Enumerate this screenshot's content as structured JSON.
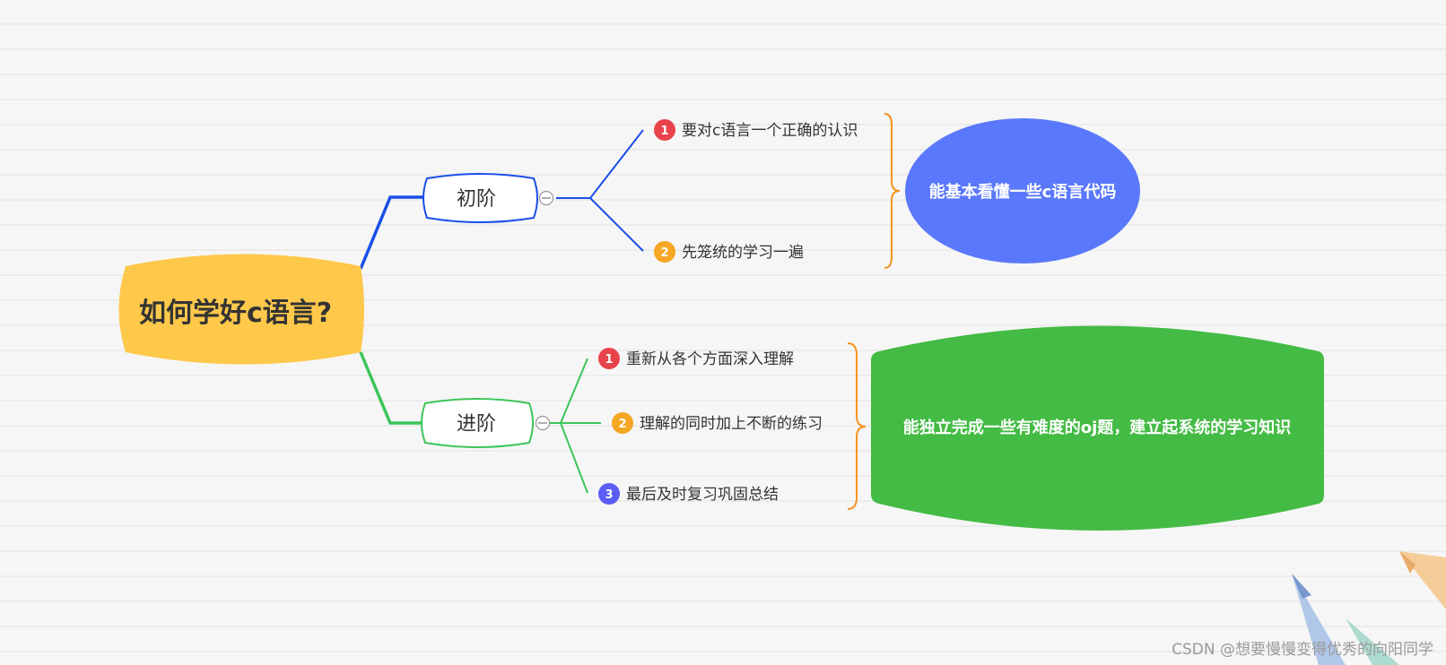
{
  "root": {
    "label": "如何学好c语言?",
    "color": "#fec84a"
  },
  "branches": [
    {
      "label": "初阶",
      "color": "#1a4fe8",
      "items": [
        {
          "num": "1",
          "text": "要对c语言一个正确的认识",
          "badge_color": "#e8434b"
        },
        {
          "num": "2",
          "text": "先笼统的学习一遍",
          "badge_color": "#f5a623"
        }
      ],
      "summary": {
        "text": "能基本看懂一些c语言代码",
        "color": "#5a78fb"
      }
    },
    {
      "label": "进阶",
      "color": "#3cc55a",
      "items": [
        {
          "num": "1",
          "text": "重新从各个方面深入理解",
          "badge_color": "#e8434b"
        },
        {
          "num": "2",
          "text": "理解的同时加上不断的练习",
          "badge_color": "#f5a623"
        },
        {
          "num": "3",
          "text": "最后及时复习巩固总结",
          "badge_color": "#5a5ef5"
        }
      ],
      "summary": {
        "text": "能独立完成一些有难度的oj题，建立起系统的学习知识",
        "color": "#44bb44"
      }
    }
  ],
  "bracket_color": "#f5931f",
  "watermark": "CSDN @想要慢慢变得优秀的向阳同学"
}
